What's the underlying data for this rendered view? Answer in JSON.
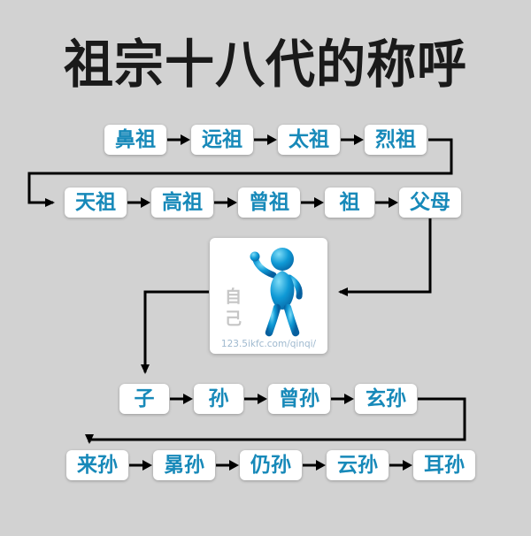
{
  "title": "祖宗十八代的称呼",
  "generations": {
    "row1": [
      "鼻祖",
      "远祖",
      "太祖",
      "烈祖"
    ],
    "row2": [
      "天祖",
      "高祖",
      "曾祖",
      "祖",
      "父母"
    ],
    "row3": [
      "子",
      "孙",
      "曾孙",
      "玄孙"
    ],
    "row4": [
      "来孙",
      "晜孙",
      "仍孙",
      "云孙",
      "耳孙"
    ]
  },
  "center": {
    "self_label": "自己",
    "watermark": "123.5ikfc.com/qinqi/"
  },
  "colors": {
    "background": "#d2d2d2",
    "box_background": "#ffffff",
    "box_text": "#1789b9",
    "title_text": "#1a1a1a",
    "arrow": "#000000",
    "self_label_text": "#c6c6c6",
    "watermark_text": "#9fb9cf",
    "figure_blue": "#0f9ad6"
  }
}
